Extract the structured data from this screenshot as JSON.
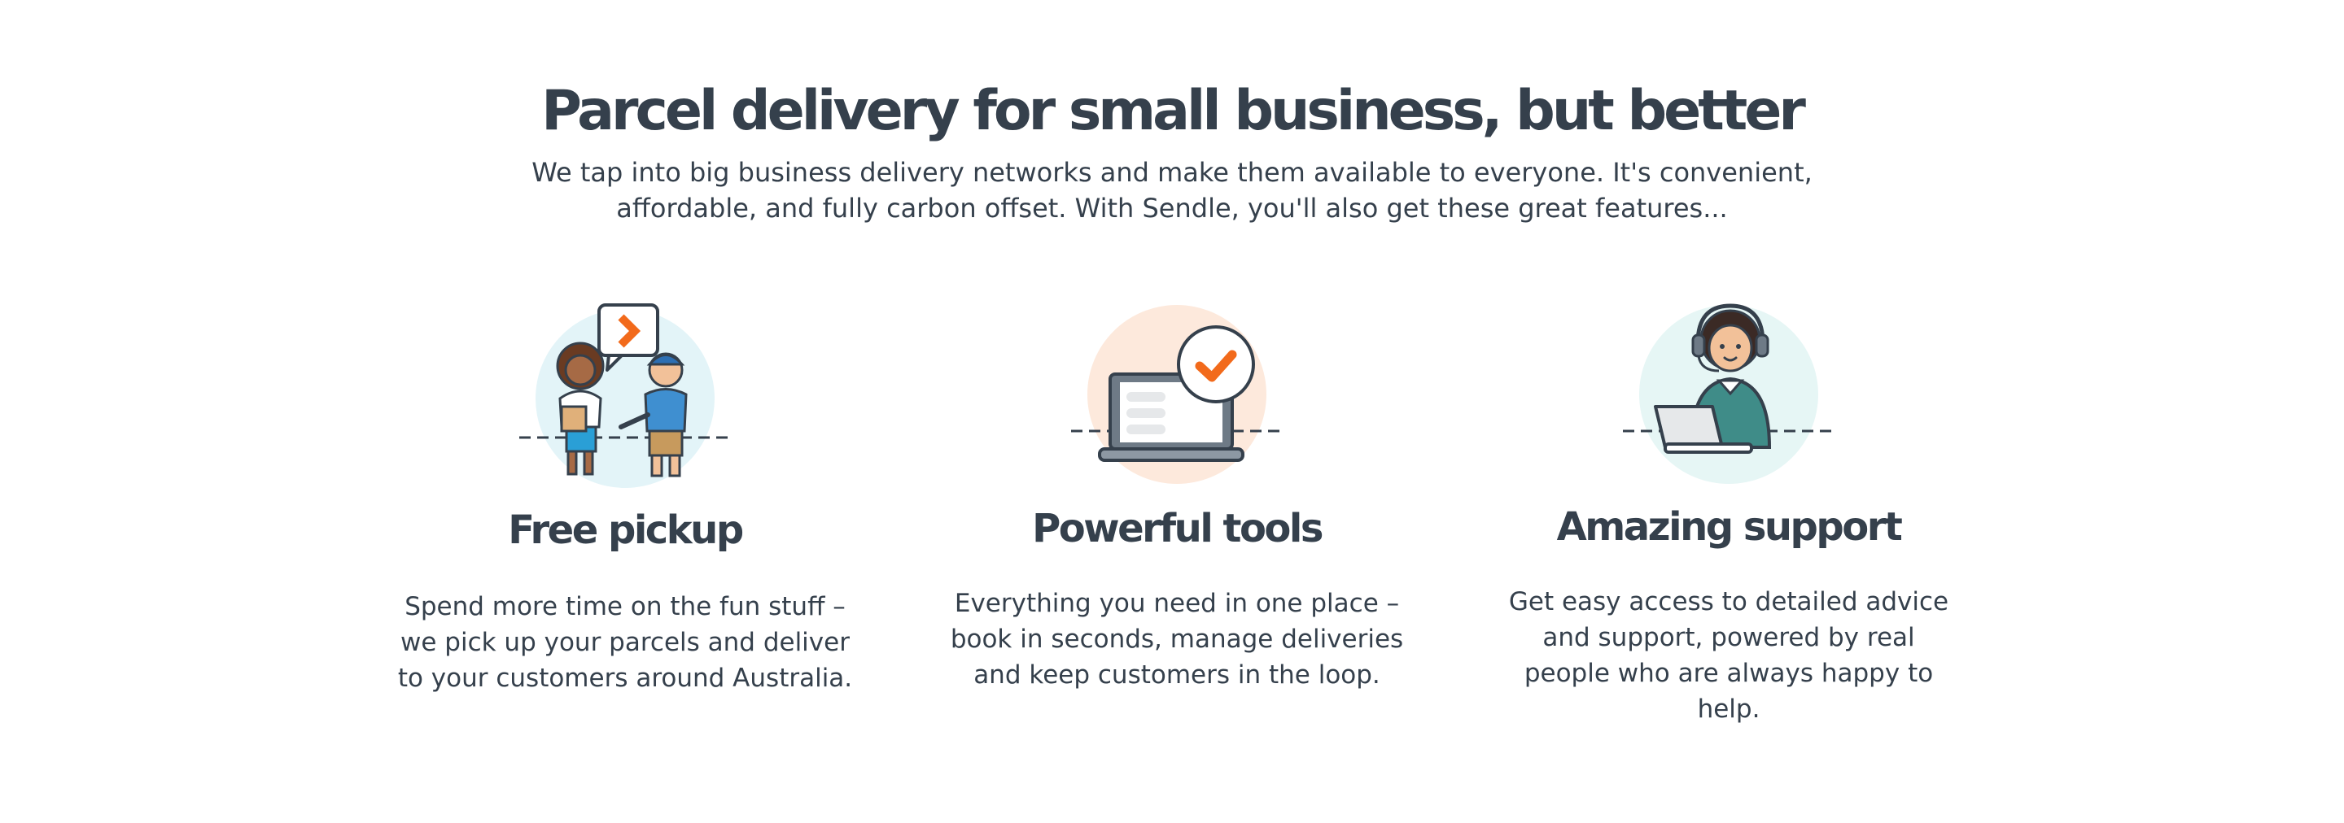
{
  "header": {
    "title": "Parcel delivery for small business, but better",
    "intro": "We tap into big business delivery networks and make them available to everyone. It's convenient, affordable, and fully carbon offset. With Sendle, you'll also get these great features..."
  },
  "features": [
    {
      "title": "Free pickup",
      "text": "Spend more time on the fun stuff – we pick up your parcels and deliver to your customers around Australia.",
      "icon": "courier-handoff-icon"
    },
    {
      "title": "Powerful tools",
      "text": "Everything you need in one place – book in seconds, manage deliveries and keep customers in the loop.",
      "icon": "laptop-checkmark-icon"
    },
    {
      "title": "Amazing support",
      "text": "Get easy access to detailed advice and support, powered by real people who are always happy to help.",
      "icon": "support-agent-icon"
    }
  ],
  "colors": {
    "text": "#35404c",
    "accent": "#f26a1b",
    "pickup_circle": "#e3f4f8",
    "tools_circle": "#fde9dc",
    "support_circle": "#e6f6f5"
  }
}
